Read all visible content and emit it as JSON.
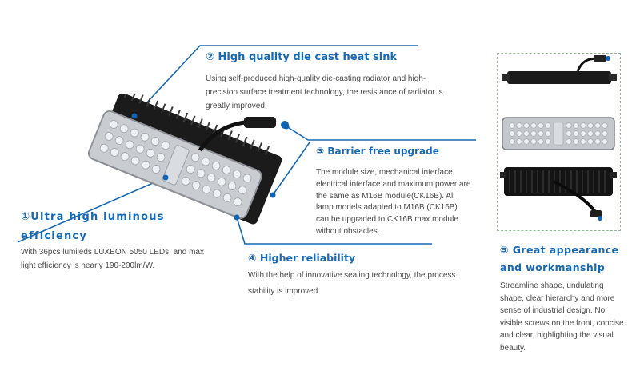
{
  "features": {
    "heat_sink": {
      "title": "② High quality die cast heat sink",
      "desc": "Using self-produced high-quality die-casting radiator and high-precision surface treatment technology, the resistance of radiator is greatly improved."
    },
    "upgrade": {
      "title": "③ Barrier free upgrade",
      "desc": "The module size, mechanical interface, electrical interface and maximum power are the same as M16B module(CK16B). All lamp models adapted to M16B (CK16B) can be upgraded to CK16B max module without obstacles."
    },
    "luminous": {
      "title": "①Ultra high luminous efficiency",
      "desc": "With 36pcs lumileds LUXEON 5050 LEDs, and max light efficiency is nearly 190-200lm/W."
    },
    "reliability": {
      "title": "④ Higher reliability",
      "desc": "With the help of innovative sealing technology, the process stability is improved."
    },
    "appearance": {
      "title": "⑤ Great appearance and workmanship",
      "desc": "Streamline shape, undulating shape, clear hierarchy and more sense of industrial design. No visible screws on the front, concise and clear, highlighting the visual beauty."
    }
  },
  "colors": {
    "accent": "#1769b3",
    "dot": "#0e63b5",
    "text": "#4a4a4a"
  }
}
